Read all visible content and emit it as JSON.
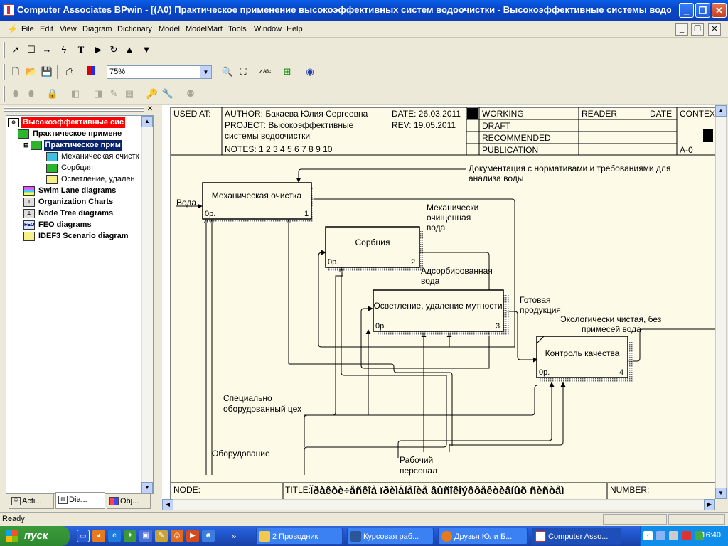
{
  "window": {
    "title": "Computer Associates BPwin - [(A0) Практическое применение высокоэффективных систем водоочистки  - Высокоэффективные системы водоо..."
  },
  "menu": [
    "File",
    "Edit",
    "View",
    "Diagram",
    "Dictionary",
    "Model",
    "ModelMart",
    "Tools",
    "Window",
    "Help"
  ],
  "toolbar": {
    "zoom": "75%"
  },
  "tree": {
    "root": "Высокоэффективные сис",
    "items": [
      "Практическое примене",
      "Практическое прим",
      "Механическая очистк",
      "Сорбция",
      "Осветление, удален",
      "Swim Lane diagrams",
      "Organization Charts",
      "Node Tree diagrams",
      "FEO diagrams",
      "IDEF3 Scenario diagram"
    ],
    "icon_labels": {
      "feo": "FEO"
    }
  },
  "tabs": [
    "Acti...",
    "Dia...",
    "Obj..."
  ],
  "frame": {
    "used_at": "USED AT:",
    "author": "AUTHOR:  Бакаева Юлия Сергеевна",
    "project_1": "PROJECT:  Высокоэффективные",
    "project_2": "системы водоочистки",
    "notes": "NOTES:  1  2  3  4  5  6  7  8  9  10",
    "date": "DATE:  26.03.2011",
    "rev": "REV:    19.05.2011",
    "working": "WORKING",
    "draft": "DRAFT",
    "recommended": "RECOMMENDED",
    "publication": "PUBLICATION",
    "reader": "READER",
    "date2": "DATE",
    "context": "CONTEX",
    "node_num": "A-0",
    "node": "NODE:",
    "title": "TITLE:",
    "title_text": "Ïðàêòè÷åñêîå ïðèìåíåíèå âûñîêîýôôåêòèâíûõ ñèñòåì",
    "number": "NUMBER:"
  },
  "boxes": [
    {
      "label": "Механическая очистка",
      "cost": "0р.",
      "num": "1"
    },
    {
      "label": "Сорбция",
      "cost": "0р.",
      "num": "2"
    },
    {
      "label": "Осветление, удаление мутности",
      "cost": "0р.",
      "num": "3"
    },
    {
      "label": "Контроль качества",
      "cost": "0р.",
      "num": "4"
    }
  ],
  "arrow_labels": {
    "doc_1": "Документация с нормативами и требованиями для",
    "doc_2": "анализа воды",
    "voda": "Вода",
    "mech_1": "Механически",
    "mech_2": "очищенная",
    "mech_3": "вода",
    "ads_1": "Адсорбированная",
    "ads_2": "вода",
    "prod_1": "Готовая",
    "prod_2": "продукция",
    "eco_1": "Экологически чистая, без",
    "eco_2": "примесей вода",
    "ceh_1": "Специально",
    "ceh_2": "оборудованный цех",
    "equip": "Оборудование",
    "staff_1": "Рабочий",
    "staff_2": "персонал"
  },
  "status": "Ready",
  "taskbar": {
    "start": "пуск",
    "tasks": [
      "2 Проводник",
      "Курсовая раб...",
      "Друзья Юли Б...",
      "Computer Asso..."
    ],
    "clock": "16:40"
  },
  "colors": {
    "title_start": "#0a5ee8",
    "tree_root_bg": "#ff0000",
    "selection": "#0a246a",
    "canvas_bg": "#fdfbe8"
  }
}
